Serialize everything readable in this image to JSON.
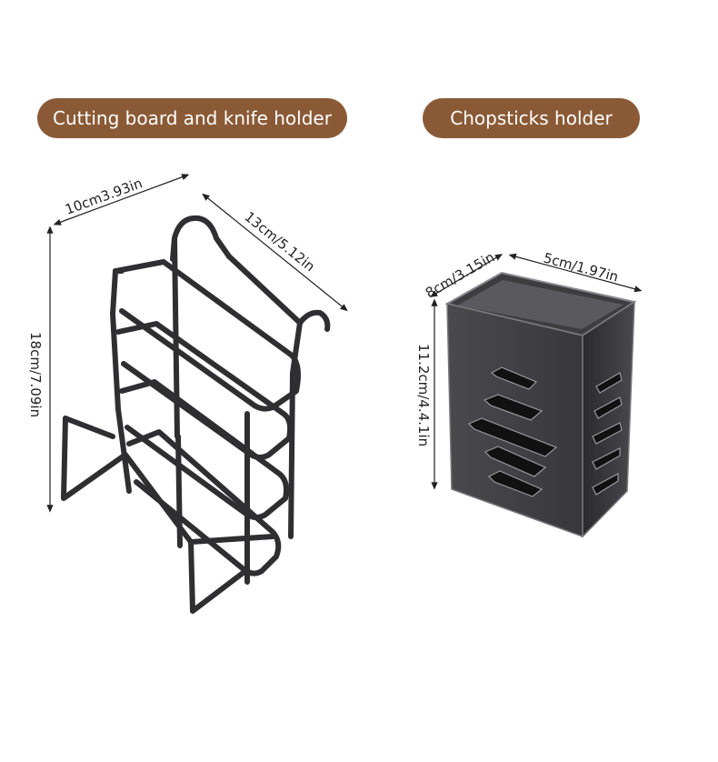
{
  "labels": {
    "left": "Cutting board and knife holder",
    "right": "Chopsticks holder"
  },
  "dimensions": {
    "rack_width": "10cm3.93in",
    "rack_depth": "13cm/5.12in",
    "rack_height": "18cm/7.09in",
    "holder_depth": "8cm/3.15in",
    "holder_width": "5cm/1.97in",
    "holder_height": "11.2cm/4.4.1in"
  },
  "colors": {
    "pill": "#8a5a36",
    "metal": "#2f2f31",
    "metal_light": "#6a6a6e"
  }
}
